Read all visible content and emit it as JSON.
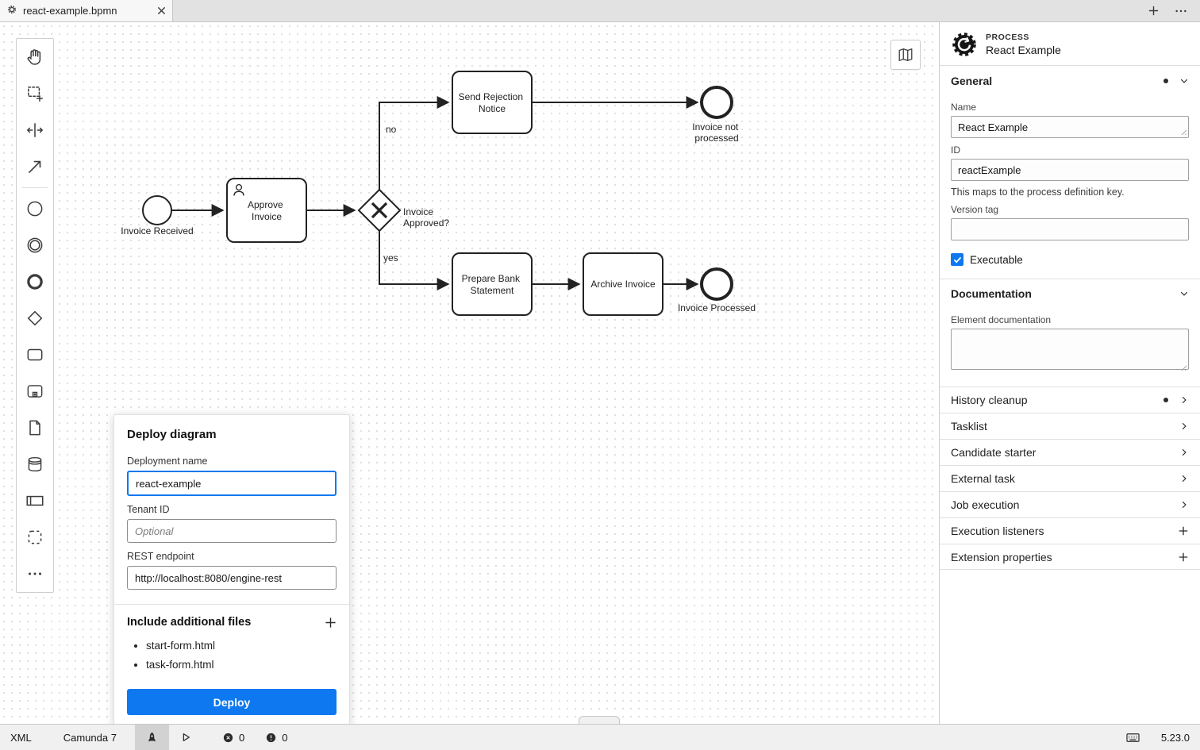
{
  "colors": {
    "accent_blue": "#0d78f0",
    "diagram_stroke": "#222222",
    "toolbar_bg": "#f0f0f0"
  },
  "tab_bar": {
    "tab_title": "react-example.bpmn"
  },
  "diagram": {
    "start_event": {
      "label": "Invoice Received"
    },
    "approve_task": {
      "lines": [
        "Approve",
        "Invoice"
      ]
    },
    "gateway": {
      "lines": [
        "Invoice",
        "Approved?"
      ]
    },
    "no_label": "no",
    "yes_label": "yes",
    "reject_task": {
      "lines": [
        "Send Rejection",
        "Notice"
      ]
    },
    "end_not_processed": {
      "lines": [
        "Invoice not",
        "processed"
      ]
    },
    "prepare_task": {
      "lines": [
        "Prepare Bank",
        "Statement"
      ]
    },
    "archive_task": {
      "label": "Archive Invoice"
    },
    "end_processed": {
      "label": "Invoice Processed"
    }
  },
  "deploy_dialog": {
    "title": "Deploy diagram",
    "deployment_name_label": "Deployment name",
    "deployment_name_value": "react-example",
    "tenant_id_label": "Tenant ID",
    "tenant_id_placeholder": "Optional",
    "rest_endpoint_label": "REST endpoint",
    "rest_endpoint_value": "http://localhost:8080/engine-rest",
    "include_files_title": "Include additional files",
    "files": [
      "start-form.html",
      "task-form.html"
    ],
    "deploy_button_label": "Deploy"
  },
  "properties_panel": {
    "element_type": "PROCESS",
    "element_name": "React Example",
    "general": {
      "title": "General",
      "name_label": "Name",
      "name_value": "React Example",
      "id_label": "ID",
      "id_value": "reactExample",
      "id_description": "This maps to the process definition key.",
      "version_tag_label": "Version tag",
      "version_tag_value": "",
      "executable_label": "Executable",
      "executable_checked": true
    },
    "documentation": {
      "title": "Documentation",
      "element_documentation_label": "Element documentation",
      "element_documentation_value": ""
    },
    "collapsed_sections": [
      {
        "label": "History cleanup",
        "has_data_dot": true
      },
      {
        "label": "Tasklist"
      },
      {
        "label": "Candidate starter"
      },
      {
        "label": "External task"
      },
      {
        "label": "Job execution"
      },
      {
        "label": "Execution listeners",
        "action": "add"
      },
      {
        "label": "Extension properties",
        "action": "add"
      }
    ]
  },
  "status_bar": {
    "xml_label": "XML",
    "engine_label": "Camunda 7",
    "error_count": "0",
    "warning_count": "0",
    "version": "5.23.0"
  }
}
